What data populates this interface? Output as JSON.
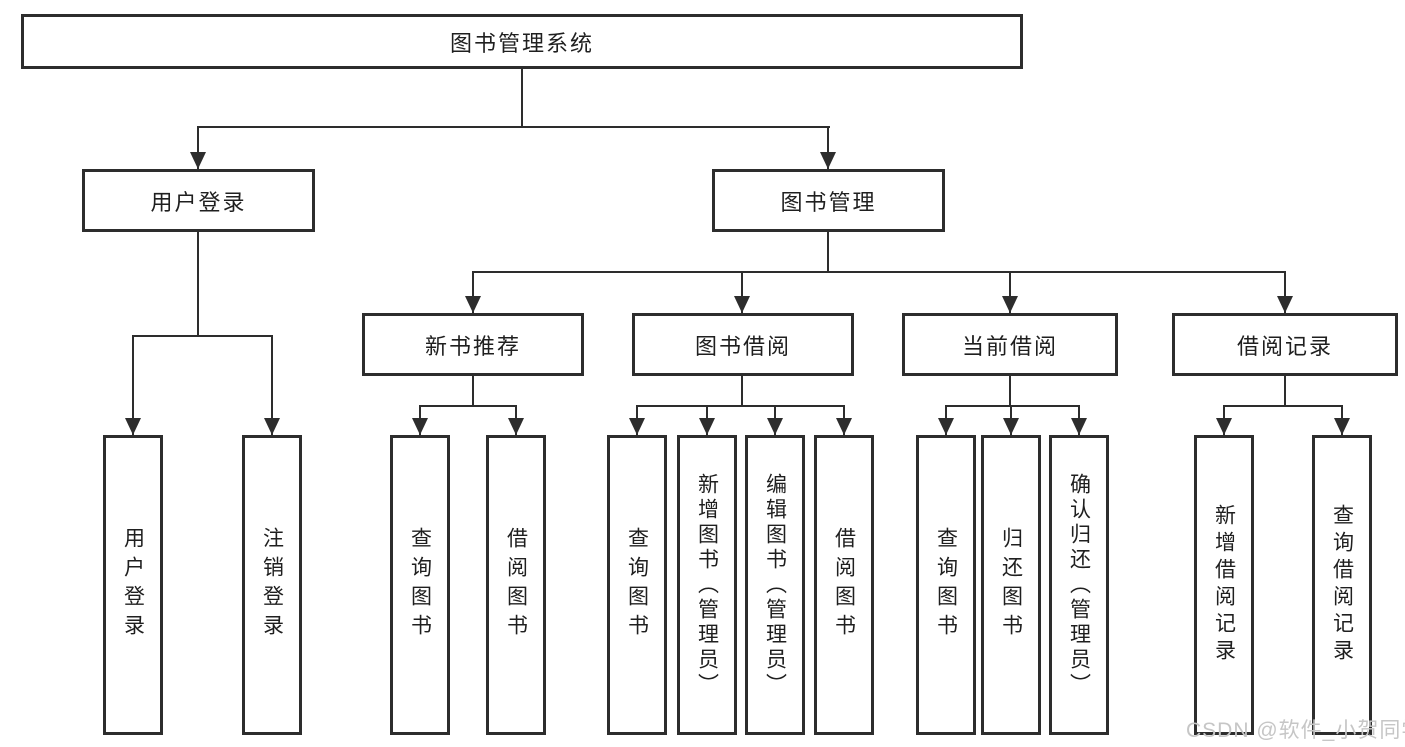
{
  "tree": {
    "label": "图书管理系统",
    "children": [
      {
        "label": "用户登录",
        "children": [
          {
            "label": "用户登录"
          },
          {
            "label": "注销登录"
          }
        ]
      },
      {
        "label": "图书管理",
        "children": [
          {
            "label": "新书推荐",
            "children": [
              {
                "label": "查询图书"
              },
              {
                "label": "借阅图书"
              }
            ]
          },
          {
            "label": "图书借阅",
            "children": [
              {
                "label": "查询图书"
              },
              {
                "label": "新增图书（管理员）"
              },
              {
                "label": "编辑图书（管理员）"
              },
              {
                "label": "借阅图书"
              }
            ]
          },
          {
            "label": "当前借阅",
            "children": [
              {
                "label": "查询图书"
              },
              {
                "label": "归还图书"
              },
              {
                "label": "确认归还（管理员）"
              }
            ]
          },
          {
            "label": "借阅记录",
            "children": [
              {
                "label": "新增借阅记录"
              },
              {
                "label": "查询借阅记录"
              }
            ]
          }
        ]
      }
    ]
  },
  "watermark": {
    "text": "CSDN @软件_小贺同学"
  },
  "colors": {
    "line": "#2d2d2d",
    "box_border": "#2d2d2d",
    "box_fill": "#ffffff",
    "text": "#1f1f1f",
    "watermark": "#c6c6c6"
  }
}
